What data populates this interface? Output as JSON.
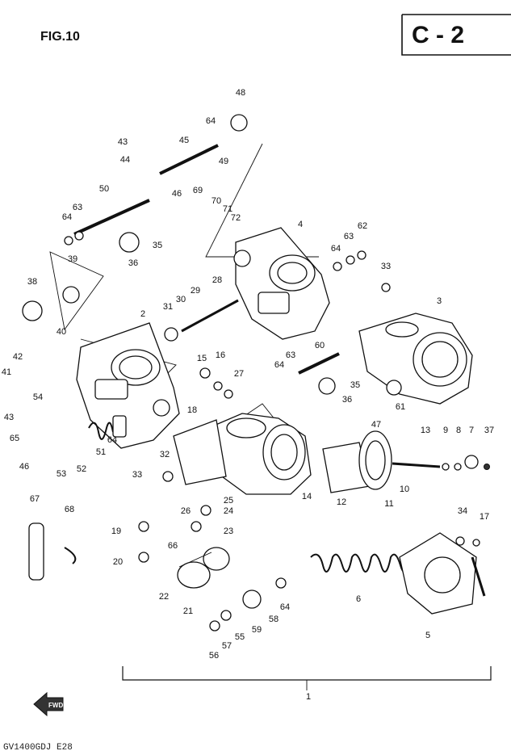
{
  "figure_label": "FIG.10",
  "page_code": "C - 2",
  "footer_code": "GV1400GDJ E28",
  "fwd_arrow_label": "FWD",
  "callouts": [
    {
      "id": "48",
      "label": "48"
    },
    {
      "id": "64a",
      "label": "64"
    },
    {
      "id": "45",
      "label": "45"
    },
    {
      "id": "49",
      "label": "49"
    },
    {
      "id": "43a",
      "label": "43"
    },
    {
      "id": "44",
      "label": "44"
    },
    {
      "id": "46a",
      "label": "46"
    },
    {
      "id": "50",
      "label": "50"
    },
    {
      "id": "69",
      "label": "69"
    },
    {
      "id": "70",
      "label": "70"
    },
    {
      "id": "71",
      "label": "71"
    },
    {
      "id": "72",
      "label": "72"
    },
    {
      "id": "63a",
      "label": "63"
    },
    {
      "id": "64b",
      "label": "64"
    },
    {
      "id": "35a",
      "label": "35"
    },
    {
      "id": "36a",
      "label": "36"
    },
    {
      "id": "39",
      "label": "39"
    },
    {
      "id": "38",
      "label": "38"
    },
    {
      "id": "40",
      "label": "40"
    },
    {
      "id": "42",
      "label": "42"
    },
    {
      "id": "41",
      "label": "41"
    },
    {
      "id": "4",
      "label": "4"
    },
    {
      "id": "62",
      "label": "62"
    },
    {
      "id": "63b",
      "label": "63"
    },
    {
      "id": "64c",
      "label": "64"
    },
    {
      "id": "33a",
      "label": "33"
    },
    {
      "id": "3",
      "label": "3"
    },
    {
      "id": "2",
      "label": "2"
    },
    {
      "id": "31",
      "label": "31"
    },
    {
      "id": "30",
      "label": "30"
    },
    {
      "id": "29",
      "label": "29"
    },
    {
      "id": "28",
      "label": "28"
    },
    {
      "id": "15",
      "label": "15"
    },
    {
      "id": "16",
      "label": "16"
    },
    {
      "id": "27",
      "label": "27"
    },
    {
      "id": "60",
      "label": "60"
    },
    {
      "id": "63c",
      "label": "63"
    },
    {
      "id": "64d",
      "label": "64"
    },
    {
      "id": "35b",
      "label": "35"
    },
    {
      "id": "36b",
      "label": "36"
    },
    {
      "id": "61",
      "label": "61"
    },
    {
      "id": "54",
      "label": "54"
    },
    {
      "id": "43b",
      "label": "43"
    },
    {
      "id": "65",
      "label": "65"
    },
    {
      "id": "46b",
      "label": "46"
    },
    {
      "id": "53",
      "label": "53"
    },
    {
      "id": "52",
      "label": "52"
    },
    {
      "id": "51",
      "label": "51"
    },
    {
      "id": "64e",
      "label": "64"
    },
    {
      "id": "33b",
      "label": "33"
    },
    {
      "id": "18",
      "label": "18"
    },
    {
      "id": "47",
      "label": "47"
    },
    {
      "id": "13",
      "label": "13"
    },
    {
      "id": "9",
      "label": "9"
    },
    {
      "id": "8",
      "label": "8"
    },
    {
      "id": "7",
      "label": "7"
    },
    {
      "id": "37",
      "label": "37"
    },
    {
      "id": "32",
      "label": "32"
    },
    {
      "id": "14",
      "label": "14"
    },
    {
      "id": "12",
      "label": "12"
    },
    {
      "id": "11",
      "label": "11"
    },
    {
      "id": "10",
      "label": "10"
    },
    {
      "id": "67",
      "label": "67"
    },
    {
      "id": "68",
      "label": "68"
    },
    {
      "id": "25",
      "label": "25"
    },
    {
      "id": "26",
      "label": "26"
    },
    {
      "id": "24",
      "label": "24"
    },
    {
      "id": "23",
      "label": "23"
    },
    {
      "id": "19",
      "label": "19"
    },
    {
      "id": "66",
      "label": "66"
    },
    {
      "id": "20",
      "label": "20"
    },
    {
      "id": "22",
      "label": "22"
    },
    {
      "id": "21",
      "label": "21"
    },
    {
      "id": "34",
      "label": "34"
    },
    {
      "id": "17",
      "label": "17"
    },
    {
      "id": "6",
      "label": "6"
    },
    {
      "id": "5",
      "label": "5"
    },
    {
      "id": "64f",
      "label": "64"
    },
    {
      "id": "58",
      "label": "58"
    },
    {
      "id": "59",
      "label": "59"
    },
    {
      "id": "55",
      "label": "55"
    },
    {
      "id": "57",
      "label": "57"
    },
    {
      "id": "56",
      "label": "56"
    },
    {
      "id": "1",
      "label": "1"
    }
  ]
}
